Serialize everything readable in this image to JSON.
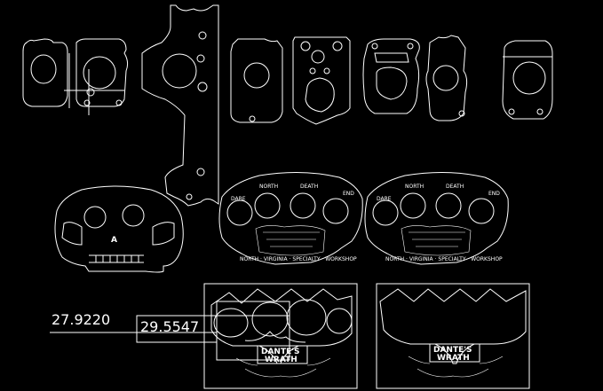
{
  "viewport": {
    "background": "#000000",
    "stroke_color": "#ffffff"
  },
  "dimensions": {
    "dim_1": "27.9220",
    "dim_2": "29.5547"
  },
  "skull_letter": "A",
  "templates": {
    "engraving_top": [
      "DARE",
      "NORTH",
      "DEATH",
      "END"
    ],
    "engraving_bottom": "NORTH · VIRGINIA · SPECIALTY · WORKSHOP",
    "badge_line_1": "DANTE'S",
    "badge_line_2": "WRATH"
  }
}
